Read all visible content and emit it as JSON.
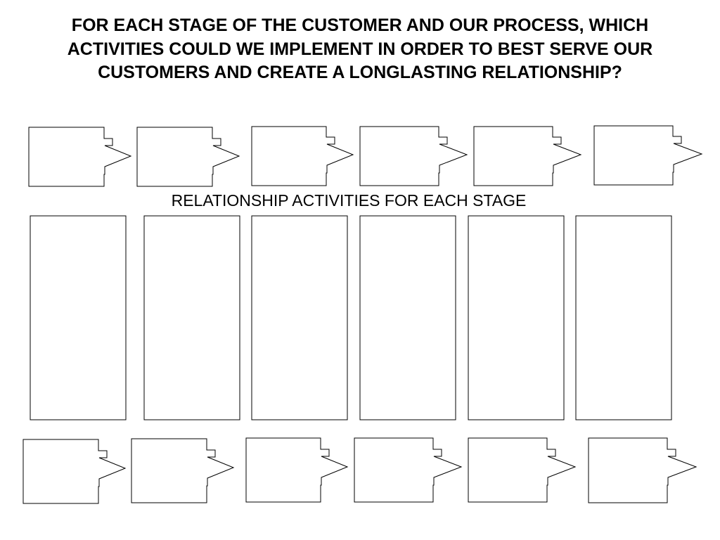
{
  "slide": {
    "title": "FOR EACH STAGE OF THE CUSTOMER AND OUR PROCESS, WHICH ACTIVITIES COULD WE IMPLEMENT IN ORDER TO BEST SERVE OUR CUSTOMERS AND CREATE A LONGLASTING RELATIONSHIP?",
    "section_label": "RELATIONSHIP ACTIVITIES FOR EACH STAGE"
  },
  "rows": {
    "customer_stages": {
      "count": 6
    },
    "activity_columns": {
      "count": 6
    },
    "process_stages": {
      "count": 6
    }
  },
  "colors": {
    "background": "#ffffff",
    "stroke": "#000000",
    "text": "#000000"
  }
}
